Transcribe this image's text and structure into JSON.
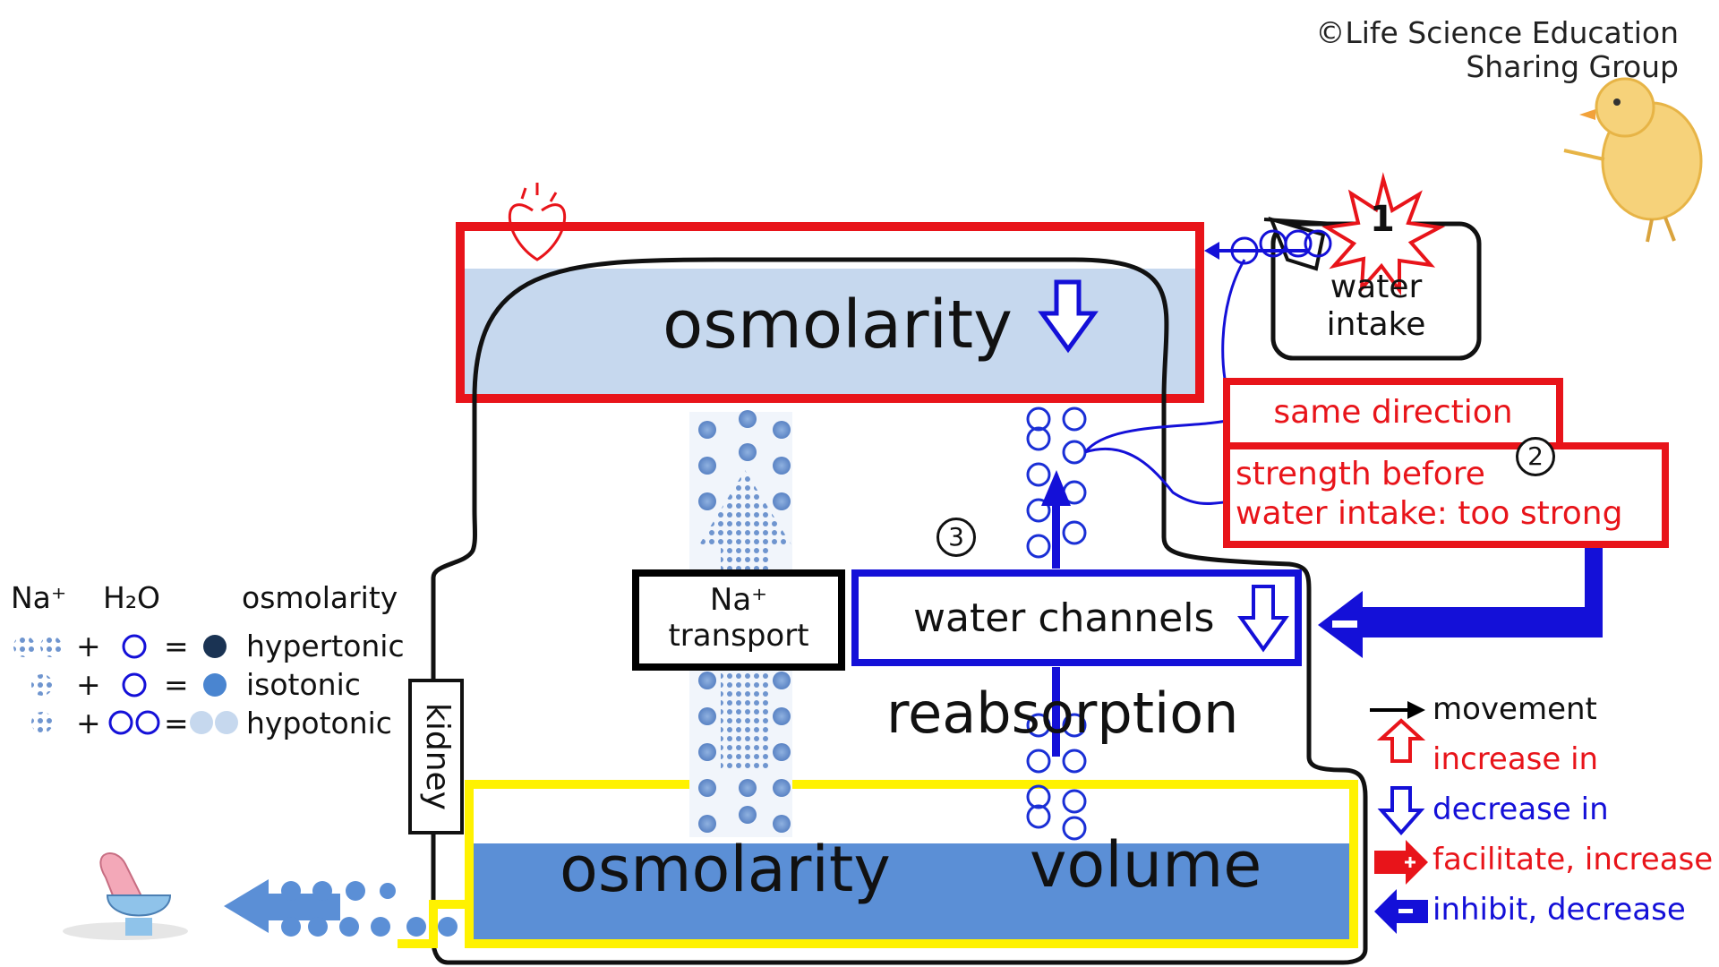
{
  "credit": {
    "line1": "©Life Science Education",
    "line2": "Sharing Group"
  },
  "blood": {
    "osmolarity_label": "osmolarity",
    "change": "decrease"
  },
  "water_intake": {
    "label_line1": "water",
    "label_line2": "intake",
    "marker": "1"
  },
  "hormone_box": {
    "line1": "same direction",
    "marker": "2",
    "line2": "strength before",
    "line3": "water intake: too strong"
  },
  "kidney": {
    "label": "kidney",
    "na_transport_line1": "Na⁺",
    "na_transport_line2": "transport",
    "water_channels": "water channels",
    "water_channels_change": "decrease",
    "reabsorption": "reabsorption",
    "marker": "3"
  },
  "urine": {
    "osmolarity_label": "osmolarity",
    "volume_label": "volume"
  },
  "key": {
    "na_header": "Na⁺",
    "h2o_header": "H₂O",
    "osm_header": "osmolarity",
    "rows": [
      {
        "label": "hypertonic"
      },
      {
        "label": "isotonic"
      },
      {
        "label": "hypotonic"
      }
    ]
  },
  "legend": {
    "items": [
      {
        "label": "movement",
        "color": "#000000",
        "icon": "black-arrow-icon"
      },
      {
        "label": "increase in",
        "color": "#e8141a",
        "icon": "outline-up-arrow-icon"
      },
      {
        "label": "decrease in",
        "color": "#1410d8",
        "icon": "outline-down-arrow-icon"
      },
      {
        "label": "facilitate, increase",
        "color": "#e8141a",
        "icon": "red-plus-arrow-icon"
      },
      {
        "label": "inhibit, decrease",
        "color": "#1410d8",
        "icon": "blue-minus-arrow-icon"
      }
    ]
  },
  "colors": {
    "blood_fill": "#c6d8ee",
    "urine_fill": "#5b8fd6",
    "red_frame": "#e8141a",
    "blue_frame": "#1410d8",
    "yellow_frame": "#fff200"
  }
}
